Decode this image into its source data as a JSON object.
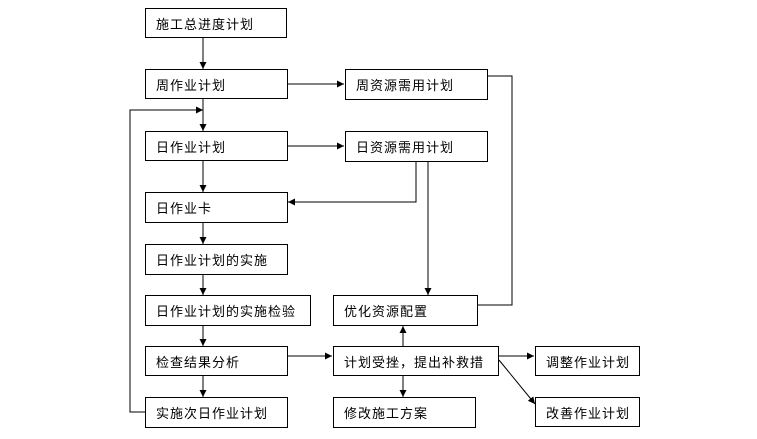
{
  "nodes": {
    "master_schedule": "施工总进度计划",
    "weekly_plan": "周作业计划",
    "weekly_resource": "周资源需用计划",
    "daily_plan": "日作业计划",
    "daily_resource": "日资源需用计划",
    "daily_card": "日作业卡",
    "daily_implementation": "日作业计划的实施",
    "daily_inspection": "日作业计划的实施检验",
    "optimize_resources": "优化资源配置",
    "result_analysis": "检查结果分析",
    "plan_blocked": "计划受挫，提出补救措",
    "adjust_plan": "调整作业计划",
    "next_day_plan": "实施次日作业计划",
    "modify_scheme": "修改施工方案",
    "improve_plan": "改善作业计划"
  },
  "colors": {
    "stroke": "#000000",
    "background": "#ffffff"
  }
}
